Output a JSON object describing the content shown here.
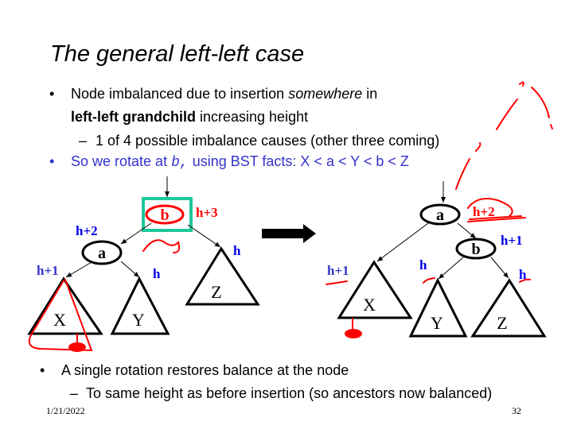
{
  "title": "The general left-left case",
  "bullets": {
    "b1_pre": "Node imbalanced due to insertion ",
    "b1_em": "somewhere",
    "b1_post": " in",
    "b1_l2_bold": "left-left grandchild",
    "b1_l2_post": " increasing height",
    "b1_sub": "1 of 4 possible imbalance causes (other three coming)",
    "b2_pre": "So we rotate at ",
    "b2_code": "b,",
    "b2_post": " using BST facts: X < a < Y < b < Z",
    "b3": "A single rotation restores balance at the node",
    "b3_sub": "To same height as before insertion (so ancestors now balanced)"
  },
  "left_tree": {
    "root": "b",
    "root_height": "h+3",
    "child": "a",
    "child_height": "h+2",
    "x": "X",
    "x_height": "h+1",
    "y": "Y",
    "y_height": "h",
    "z": "Z",
    "z_height": "h"
  },
  "right_tree": {
    "root": "a",
    "root_height": "h+2",
    "child": "b",
    "child_height": "h+1",
    "x": "X",
    "x_height": "h+1",
    "y": "Y",
    "y_height": "h",
    "z": "Z",
    "z_height": "h"
  },
  "footer": {
    "date": "1/21/2022",
    "page": "32"
  },
  "colors": {
    "blue": "#3333cc",
    "label_blue": "#0000ee",
    "red": "#ff0000",
    "highlight": "#1ec898"
  }
}
